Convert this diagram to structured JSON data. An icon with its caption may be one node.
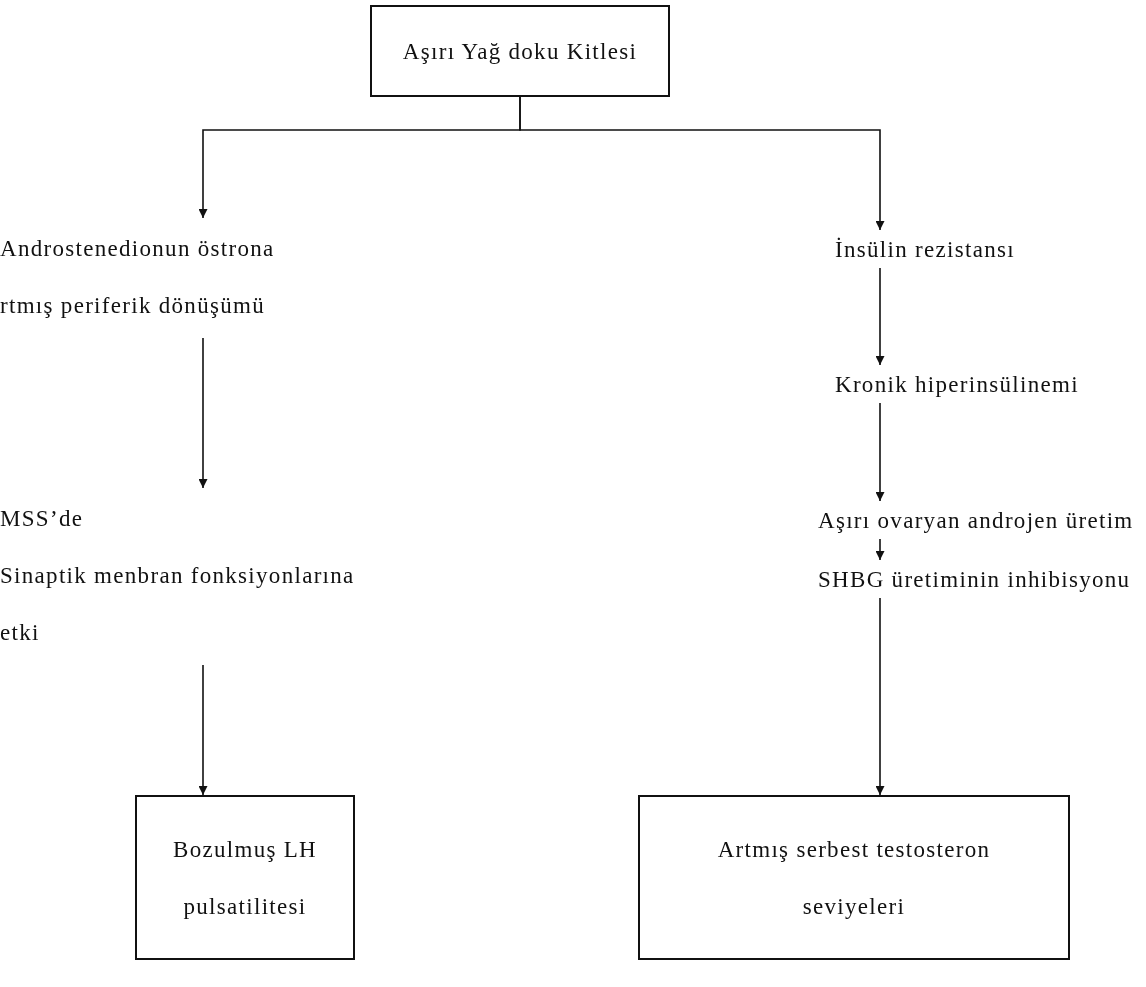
{
  "diagram": {
    "nodes": [
      {
        "text": [
          "Aşırı Yağ doku Kitlesi"
        ]
      },
      {
        "text": [
          "Androstenedionun östrona rtmış periferik dönüşümü"
        ]
      },
      {
        "text": [
          "İnsülin rezistansı"
        ]
      },
      {
        "text": [
          "Kronik hiperinsülinemi"
        ]
      },
      {
        "text": [
          "MSS’de",
          "Sinaptik menbran fonksiyonlarına etki"
        ]
      },
      {
        "text": [
          "Aşırı ovaryan androjen üretim"
        ]
      },
      {
        "text": [
          "SHBG üretiminin inhibisyonu"
        ]
      },
      {
        "text": [
          "Bozulmuş LH pulsatilitesi"
        ]
      },
      {
        "text": [
          "Artmış serbest testosteron seviyeleri"
        ]
      }
    ],
    "edges": [
      {
        "from": 0,
        "to": 1,
        "arrow": "to"
      },
      {
        "from": 0,
        "to": 2,
        "arrow": "to"
      },
      {
        "from": 2,
        "to": 3,
        "arrow": "to"
      },
      {
        "from": 1,
        "to": 4,
        "arrow": "to"
      },
      {
        "from": 3,
        "to": 5,
        "arrow": "to"
      },
      {
        "from": 5,
        "to": 6,
        "arrow": "to"
      },
      {
        "from": 4,
        "to": 7,
        "arrow": "to"
      },
      {
        "from": 6,
        "to": 8,
        "arrow": "to"
      }
    ]
  }
}
